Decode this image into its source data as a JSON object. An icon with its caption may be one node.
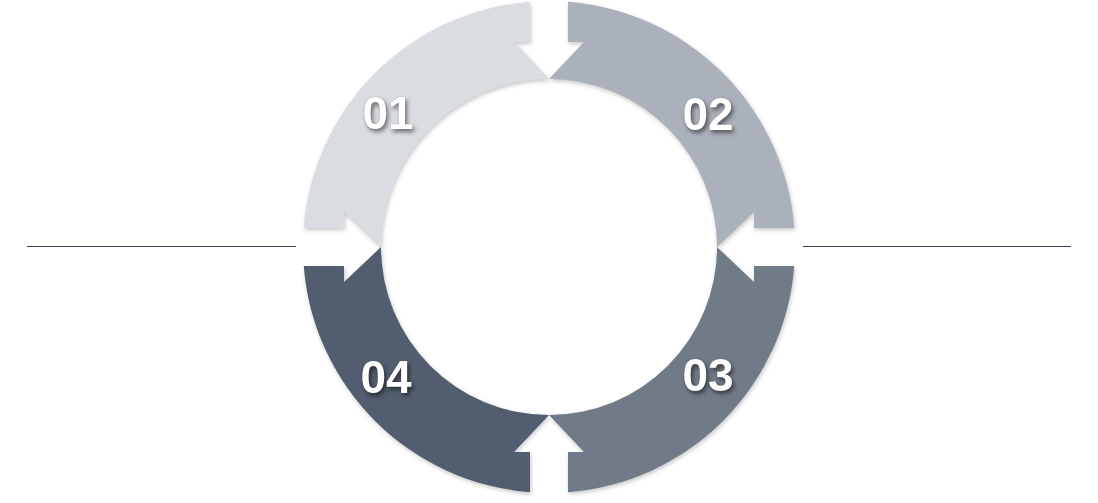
{
  "diagram": {
    "nodes": [
      {
        "text": [
          "01"
        ]
      },
      {
        "text": [
          "02"
        ]
      },
      {
        "text": [
          "03"
        ]
      },
      {
        "text": [
          "04"
        ]
      }
    ]
  }
}
